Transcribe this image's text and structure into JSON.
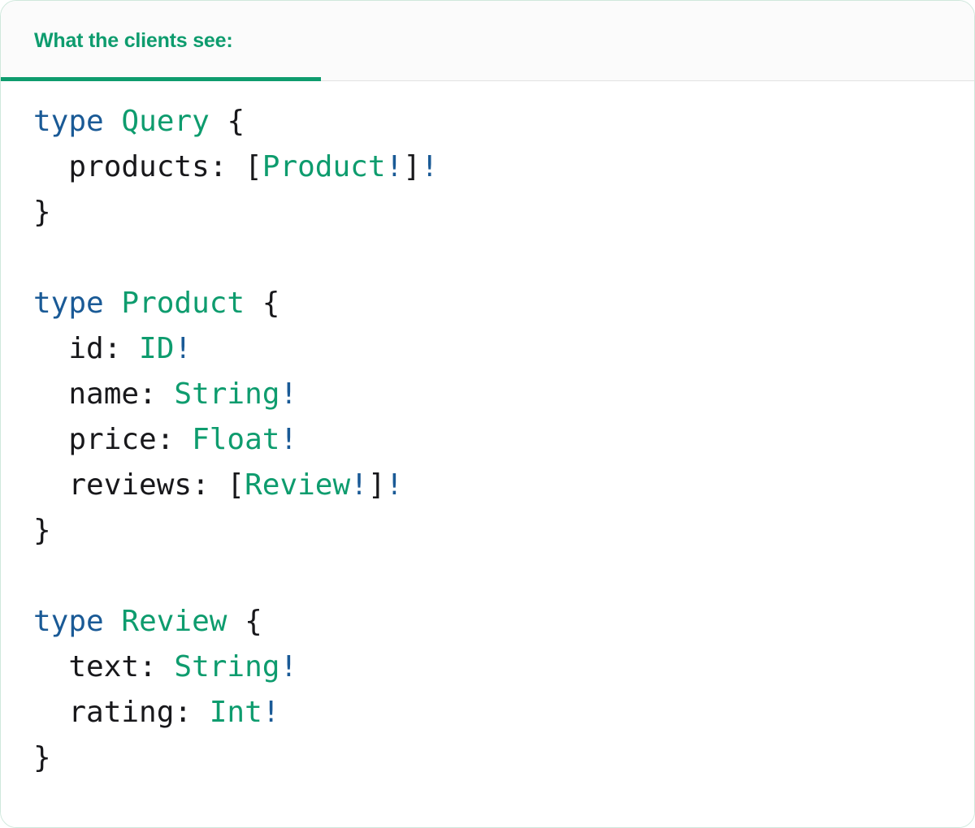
{
  "card": {
    "accent_color": "#0e9c6e",
    "keyword_color": "#1a5a96",
    "punct_color": "#18181b",
    "border_color": "#cfe8dc",
    "header_bg": "#fbfbfb",
    "body_bg": "#ffffff"
  },
  "header": {
    "tab_label": "What the clients see:"
  },
  "code": {
    "language": "graphql",
    "lines": [
      {
        "id": "line-1",
        "tokens": [
          {
            "text": "type",
            "kind": "kw"
          },
          {
            "text": " ",
            "kind": "punct"
          },
          {
            "text": "Query",
            "kind": "type"
          },
          {
            "text": " ",
            "kind": "punct"
          },
          {
            "text": "{",
            "kind": "punct"
          }
        ]
      },
      {
        "id": "line-2",
        "tokens": [
          {
            "text": "  products: ",
            "kind": "field"
          },
          {
            "text": "[",
            "kind": "punct"
          },
          {
            "text": "Product",
            "kind": "type"
          },
          {
            "text": "!",
            "kind": "bang"
          },
          {
            "text": "]",
            "kind": "punct"
          },
          {
            "text": "!",
            "kind": "bang"
          }
        ]
      },
      {
        "id": "line-3",
        "tokens": [
          {
            "text": "}",
            "kind": "punct"
          }
        ]
      },
      {
        "id": "line-4",
        "tokens": []
      },
      {
        "id": "line-5",
        "tokens": [
          {
            "text": "type",
            "kind": "kw"
          },
          {
            "text": " ",
            "kind": "punct"
          },
          {
            "text": "Product",
            "kind": "type"
          },
          {
            "text": " ",
            "kind": "punct"
          },
          {
            "text": "{",
            "kind": "punct"
          }
        ]
      },
      {
        "id": "line-6",
        "tokens": [
          {
            "text": "  id: ",
            "kind": "field"
          },
          {
            "text": "ID",
            "kind": "type"
          },
          {
            "text": "!",
            "kind": "bang"
          }
        ]
      },
      {
        "id": "line-7",
        "tokens": [
          {
            "text": "  name: ",
            "kind": "field"
          },
          {
            "text": "String",
            "kind": "type"
          },
          {
            "text": "!",
            "kind": "bang"
          }
        ]
      },
      {
        "id": "line-8",
        "tokens": [
          {
            "text": "  price: ",
            "kind": "field"
          },
          {
            "text": "Float",
            "kind": "type"
          },
          {
            "text": "!",
            "kind": "bang"
          }
        ]
      },
      {
        "id": "line-9",
        "tokens": [
          {
            "text": "  reviews: ",
            "kind": "field"
          },
          {
            "text": "[",
            "kind": "punct"
          },
          {
            "text": "Review",
            "kind": "type"
          },
          {
            "text": "!",
            "kind": "bang"
          },
          {
            "text": "]",
            "kind": "punct"
          },
          {
            "text": "!",
            "kind": "bang"
          }
        ]
      },
      {
        "id": "line-10",
        "tokens": [
          {
            "text": "}",
            "kind": "punct"
          }
        ]
      },
      {
        "id": "line-11",
        "tokens": []
      },
      {
        "id": "line-12",
        "tokens": [
          {
            "text": "type",
            "kind": "kw"
          },
          {
            "text": " ",
            "kind": "punct"
          },
          {
            "text": "Review",
            "kind": "type"
          },
          {
            "text": " ",
            "kind": "punct"
          },
          {
            "text": "{",
            "kind": "punct"
          }
        ]
      },
      {
        "id": "line-13",
        "tokens": [
          {
            "text": "  text: ",
            "kind": "field"
          },
          {
            "text": "String",
            "kind": "type"
          },
          {
            "text": "!",
            "kind": "bang"
          }
        ]
      },
      {
        "id": "line-14",
        "tokens": [
          {
            "text": "  rating: ",
            "kind": "field"
          },
          {
            "text": "Int",
            "kind": "type"
          },
          {
            "text": "!",
            "kind": "bang"
          }
        ]
      },
      {
        "id": "line-15",
        "tokens": [
          {
            "text": "}",
            "kind": "punct"
          }
        ]
      }
    ]
  }
}
